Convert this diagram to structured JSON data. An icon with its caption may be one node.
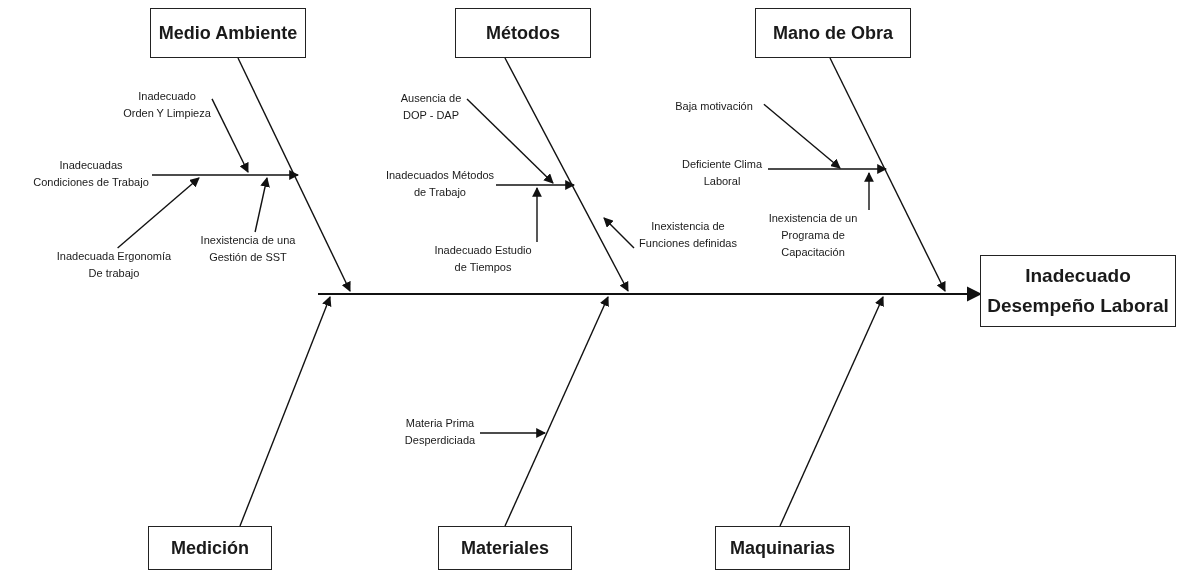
{
  "diagram": {
    "nodes": [
      {
        "text": [
          "Medio Ambiente"
        ]
      },
      {
        "text": [
          "Métodos"
        ]
      },
      {
        "text": [
          "Mano de Obra"
        ]
      },
      {
        "text": [
          "Inadecuado Orden Y Limpieza"
        ]
      },
      {
        "text": [
          "Ausencia de DOP - DAP"
        ]
      },
      {
        "text": [
          "Baja motivación"
        ]
      },
      {
        "text": [
          "Inadecuadas Condiciones de Trabajo"
        ]
      },
      {
        "text": [
          "Inadecuados Métodos de Trabajo"
        ]
      },
      {
        "text": [
          "Deficiente Clima Laboral"
        ]
      },
      {
        "text": [
          "Inadecuada Ergonomía De trabajo"
        ]
      },
      {
        "text": [
          "Inexistencia de una Gestión de SST"
        ]
      },
      {
        "text": [
          "Inadecuado Estudio de Tiempos"
        ]
      },
      {
        "text": [
          "Inexistencia de Funciones definidas"
        ]
      },
      {
        "text": [
          "Inexistencia de un Programa de Capacitación"
        ]
      },
      {
        "text": [
          "Inadecuado Desempeño Laboral"
        ]
      },
      {
        "text": [
          "Materia Prima Desperdiciada"
        ]
      },
      {
        "text": [
          "Medición"
        ]
      },
      {
        "text": [
          "Materiales"
        ]
      },
      {
        "text": [
          "Maquinarias"
        ]
      }
    ],
    "edges": [
      {
        "from": 0,
        "to": null,
        "arrow": "to"
      },
      {
        "from": 1,
        "to": null,
        "arrow": "to"
      },
      {
        "from": 2,
        "to": null,
        "arrow": "to"
      },
      {
        "from": 3,
        "to": null,
        "arrow": "to"
      },
      {
        "from": 4,
        "to": null,
        "arrow": "to"
      },
      {
        "from": 5,
        "to": null,
        "arrow": "to"
      },
      {
        "from": 6,
        "to": null,
        "arrow": "to"
      },
      {
        "from": 7,
        "to": null,
        "arrow": "to"
      },
      {
        "from": 8,
        "to": null,
        "arrow": "to"
      },
      {
        "from": 9,
        "to": null,
        "arrow": "to"
      },
      {
        "from": 10,
        "to": null,
        "arrow": "to"
      },
      {
        "from": 11,
        "to": null,
        "arrow": "to"
      },
      {
        "from": 12,
        "to": null,
        "arrow": "to"
      },
      {
        "from": 13,
        "to": null,
        "arrow": "to"
      },
      {
        "from": null,
        "to": 14,
        "arrow": "to"
      },
      {
        "from": 15,
        "to": null,
        "arrow": "to"
      },
      {
        "from": 16,
        "to": null,
        "arrow": "to"
      },
      {
        "from": 17,
        "to": null,
        "arrow": "to"
      },
      {
        "from": 18,
        "to": null,
        "arrow": "to"
      }
    ]
  }
}
